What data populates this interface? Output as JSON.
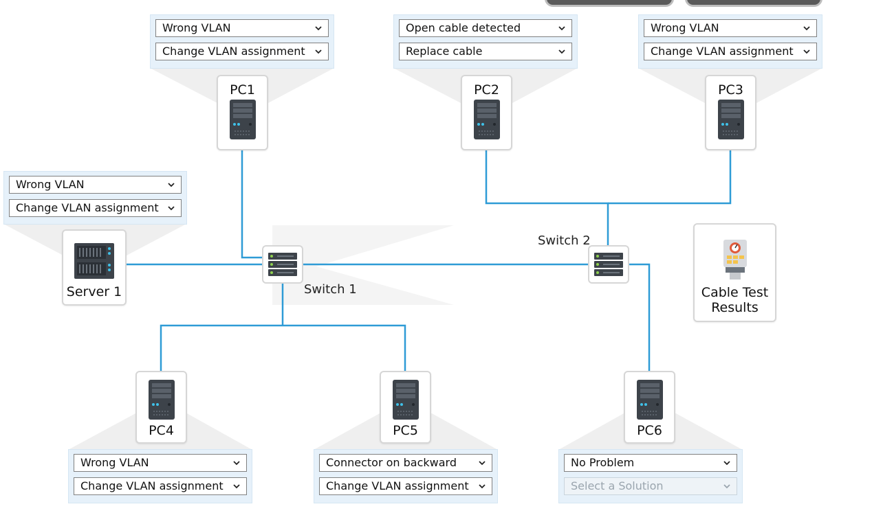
{
  "colors": {
    "wire": "#2e9bd6",
    "callout_bg": "#e6f1fa"
  },
  "devices": {
    "pc1": {
      "label": "PC1",
      "problem": "Wrong VLAN",
      "solution": "Change VLAN assignment"
    },
    "pc2": {
      "label": "PC2",
      "problem": "Open cable detected",
      "solution": "Replace cable"
    },
    "pc3": {
      "label": "PC3",
      "problem": "Wrong VLAN",
      "solution": "Change VLAN assignment"
    },
    "server1": {
      "label": "Server 1",
      "problem": "Wrong VLAN",
      "solution": "Change VLAN assignment"
    },
    "pc4": {
      "label": "PC4",
      "problem": "Wrong VLAN",
      "solution": "Change VLAN assignment"
    },
    "pc5": {
      "label": "PC5",
      "problem": "Connector on backward",
      "solution": "Change VLAN assignment"
    },
    "pc6": {
      "label": "PC6",
      "problem": "No Problem",
      "solution": "Select a Solution"
    }
  },
  "switches": {
    "switch1": {
      "label": "Switch 1"
    },
    "switch2": {
      "label": "Switch 2"
    }
  },
  "cable_test": {
    "label_line1": "Cable Test",
    "label_line2": "Results"
  },
  "icons": {
    "pc": "tower-pc-icon",
    "server": "server-rack-icon",
    "switch": "network-switch-icon",
    "tester": "cable-tester-icon",
    "dropdown": "chevron-down-icon"
  }
}
